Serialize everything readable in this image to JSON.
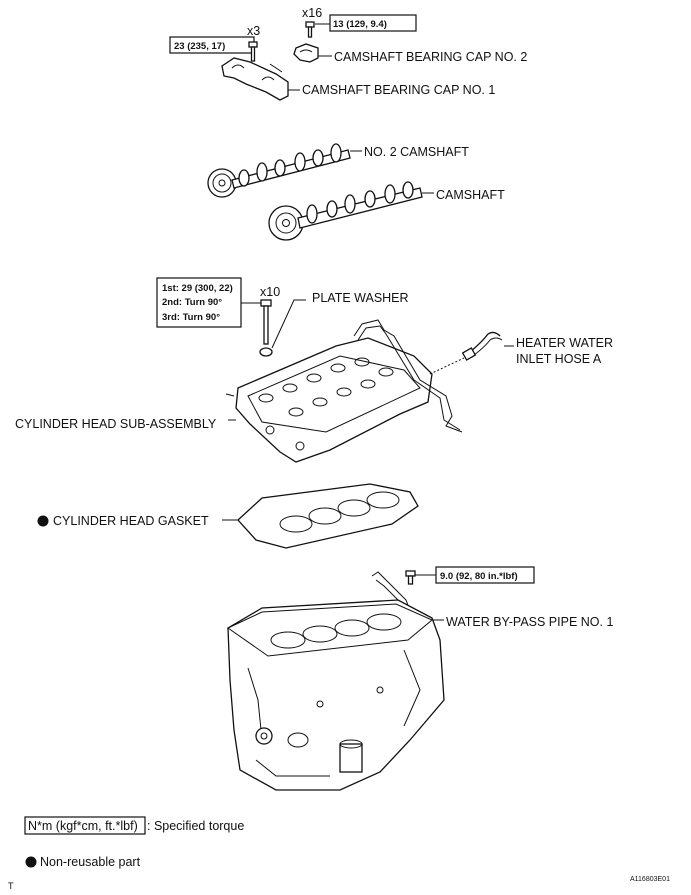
{
  "labels": {
    "cap2": "CAMSHAFT BEARING CAP NO. 2",
    "cap1": "CAMSHAFT BEARING CAP NO. 1",
    "cam2": "NO. 2 CAMSHAFT",
    "cam1": "CAMSHAFT",
    "washer": "PLATE WASHER",
    "hose_line1": "HEATER WATER",
    "hose_line2": "INLET HOSE A",
    "head": "CYLINDER HEAD SUB-ASSEMBLY",
    "gasket": "CYLINDER HEAD GASKET",
    "pipe": "WATER BY-PASS PIPE NO. 1"
  },
  "torque_boxes": {
    "cap1_bolt": "23 (235, 17)",
    "cap2_bolt": "13 (129, 9.4)",
    "pipe_bolt": "9.0 (92, 80 in.*lbf)",
    "head_bolt_step1": "1st: 29 (300, 22)",
    "head_bolt_step2": "2nd: Turn 90°",
    "head_bolt_step3": "3rd: Turn 90°"
  },
  "quantities": {
    "cap1_bolts": "x3",
    "cap2_bolts": "x16",
    "head_bolts": "x10"
  },
  "legend": {
    "torque_unit_box": "N*m (kgf*cm, ft.*lbf)",
    "torque_desc": ": Specified torque",
    "nonreusable": "Non-reusable part"
  },
  "figure_id": "A116803E01",
  "corner_mark": "T"
}
